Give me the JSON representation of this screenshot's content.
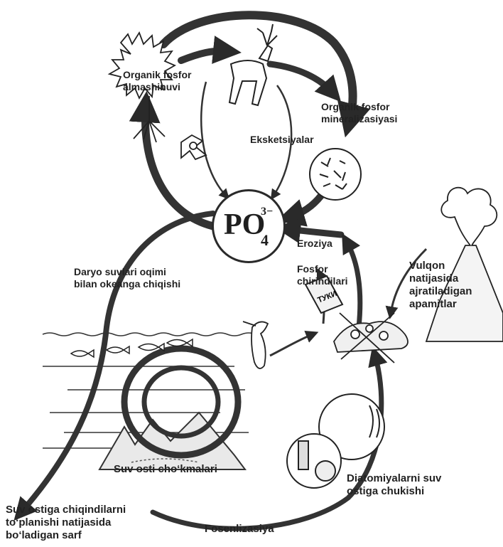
{
  "center": {
    "formula": "PO",
    "subscript": "4",
    "superscript": "3−"
  },
  "labels": {
    "organic_exchange": [
      "Organik fosfor",
      "almashinuvi"
    ],
    "organic_mineralization": [
      "Organik fosfor",
      "mineralizasiyasi"
    ],
    "excretions": "Eksketsiyalar",
    "erosion": "Eroziya",
    "river_flow": [
      "Daryo suvlari oqimi",
      "bilan okeanga chiqishi"
    ],
    "phosphorus_fertilizers": [
      "Fosfor",
      "chirindilari"
    ],
    "volcano": [
      "Vulqon",
      "natijasida",
      "ajratiladigan",
      "apamitlar"
    ],
    "bottom_sediments": "Suv osti cho‘kmalari",
    "diatom_sinking": [
      "Diatomiyalarni suv",
      "ostiga chukishi"
    ],
    "bottom_loss": [
      "Suv ostiga chiqindilarni",
      "to‘planishi natijasida",
      "bo‘ladigan sarf"
    ],
    "phosphorization": "Fosenlizasiya",
    "fertilizer_bag": "ТУКИ"
  }
}
